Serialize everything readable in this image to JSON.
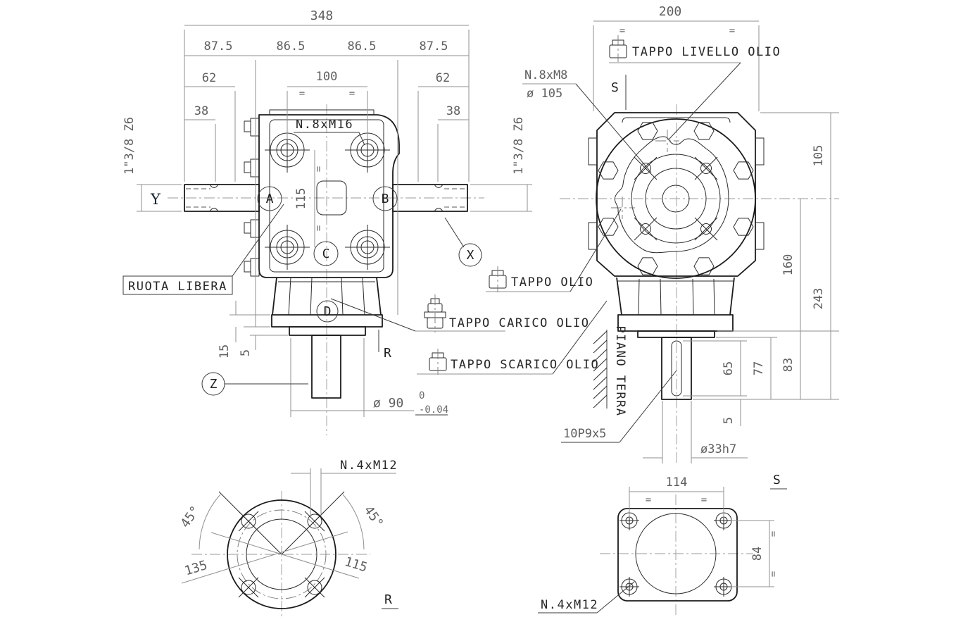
{
  "title": "Gearbox technical drawing",
  "symbols": {
    "eq": "="
  },
  "colors": {
    "outline": "#1b1b1b",
    "dim_line": "#8f8f8f",
    "dim_text": "#5f5f5f",
    "label_text": "#262626",
    "background": "#ffffff"
  },
  "front_view": {
    "dims": {
      "overall": "348",
      "seg1": "87.5",
      "seg2": "86.5",
      "seg3": "86.5",
      "seg4": "87.5",
      "left62": "62",
      "center100": "100",
      "right62": "62",
      "left38": "38",
      "right38": "38",
      "bolt_span_v": "115",
      "flange15": "15",
      "step5": "5",
      "spigot_dia": "ø 90",
      "spigot_tol_high": "0",
      "spigot_tol_low": "-0.04",
      "left_shaft_spec": "1\"3/8 Z6",
      "right_shaft_spec": "1\"3/8 Z6"
    },
    "labels": {
      "bolt_pattern": "N.8xM16",
      "freewheel": "RUOTA LIBERA",
      "axis_y": "Y",
      "axis_x": "X",
      "axis_z": "Z",
      "point_a": "A",
      "point_b": "B",
      "point_c": "C",
      "point_d": "D",
      "view_r_arrow": "R"
    }
  },
  "side_view": {
    "dims": {
      "width200": "200",
      "top105": "105",
      "mid160": "160",
      "total243": "243",
      "base83": "83",
      "shaft77": "77",
      "key65": "65",
      "key_end5": "5",
      "shaft_dia": "ø33h7",
      "key_spec": "10P9x5",
      "holes_spec": "N.8xM8",
      "holes_pcd": "ø 105"
    },
    "labels": {
      "level_plug": "TAPPO LIVELLO OLIO",
      "oil_plug": "TAPPO OLIO",
      "fill_plug": "TAPPO CARICO OLIO",
      "drain_plug": "TAPPO SCARICO OLIO",
      "ground": "PIANO TERRA",
      "view_s_arrow": "S"
    }
  },
  "view_r": {
    "title": "R",
    "holes_spec": "N.4xM12",
    "angle_left": "45°",
    "angle_right": "45°",
    "outer_dia": "135",
    "bolt_pcd": "115"
  },
  "view_s": {
    "title": "S",
    "holes_spec": "N.4xM12",
    "hole_span_h": "114",
    "hole_span_v": "84"
  }
}
